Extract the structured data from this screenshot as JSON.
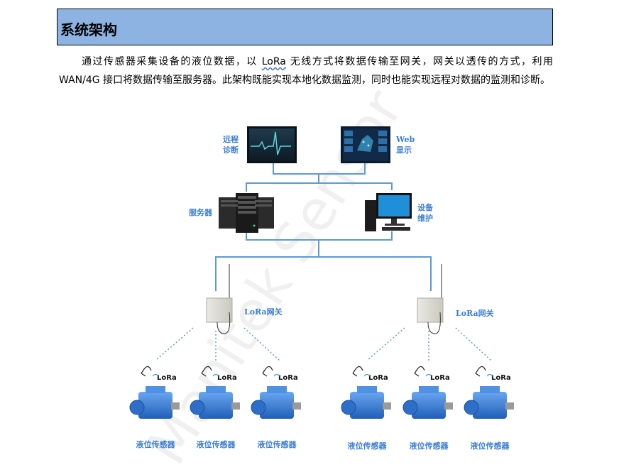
{
  "section": {
    "title": "系统架构"
  },
  "intro": {
    "text_before": "通过传感器采集设备的液位数据，以 ",
    "lora_word": "LoRa",
    "text_after": " 无线方式将数据传输至网关，网关以透传的方式，利用 WAN/4G 接口将数据传输至服务器。此架构既能实现本地化数据监测，同时也能实现远程对数据的监测和诊断。"
  },
  "diagram": {
    "remote_diag": [
      "远程",
      "诊断"
    ],
    "web_display": [
      "Web",
      "显示"
    ],
    "server": "服务器",
    "maintenance": [
      "设备",
      "维护"
    ],
    "gateway_left": "LoRa网关",
    "gateway_right": "LoRa网关",
    "lora_badge": "LoRa",
    "sensors": [
      "液位传感器",
      "液位传感器",
      "液位传感器",
      "液位传感器",
      "液位传感器",
      "液位传感器"
    ],
    "watermark": "Manitek Sensor",
    "colors": {
      "heading_bg": "#8db3e2",
      "line": "#5b9bd5",
      "label": "#3b7ed4",
      "gearbox": "#3a7fd8"
    }
  }
}
